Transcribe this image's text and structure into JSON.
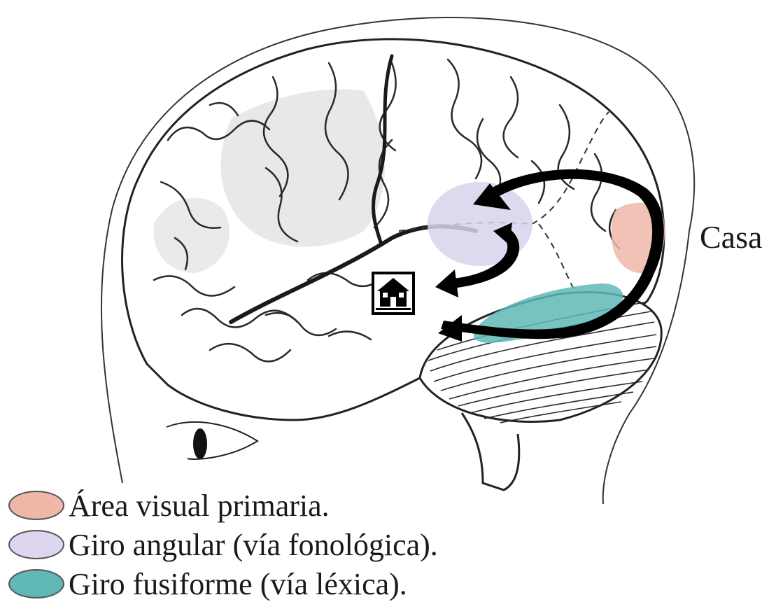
{
  "word": "Casa",
  "house_icon": "house-icon",
  "eye_icon": "eye-icon",
  "colors": {
    "primary_visual": "#eeb7a8",
    "angular_gyrus": "#d9d2ec",
    "fusiform_gyrus": "#5fb8b6",
    "outline": "#222222",
    "brain_fill": "#ffffff",
    "shading": "#d6d6d6"
  },
  "legend": [
    {
      "label": "Área visual primaria.",
      "color": "#eeb7a8"
    },
    {
      "label": "Giro angular (vía fonológica).",
      "color": "#ddd6ee"
    },
    {
      "label": "Giro fusiforme (vía léxica).",
      "color": "#5fb8b6"
    }
  ]
}
